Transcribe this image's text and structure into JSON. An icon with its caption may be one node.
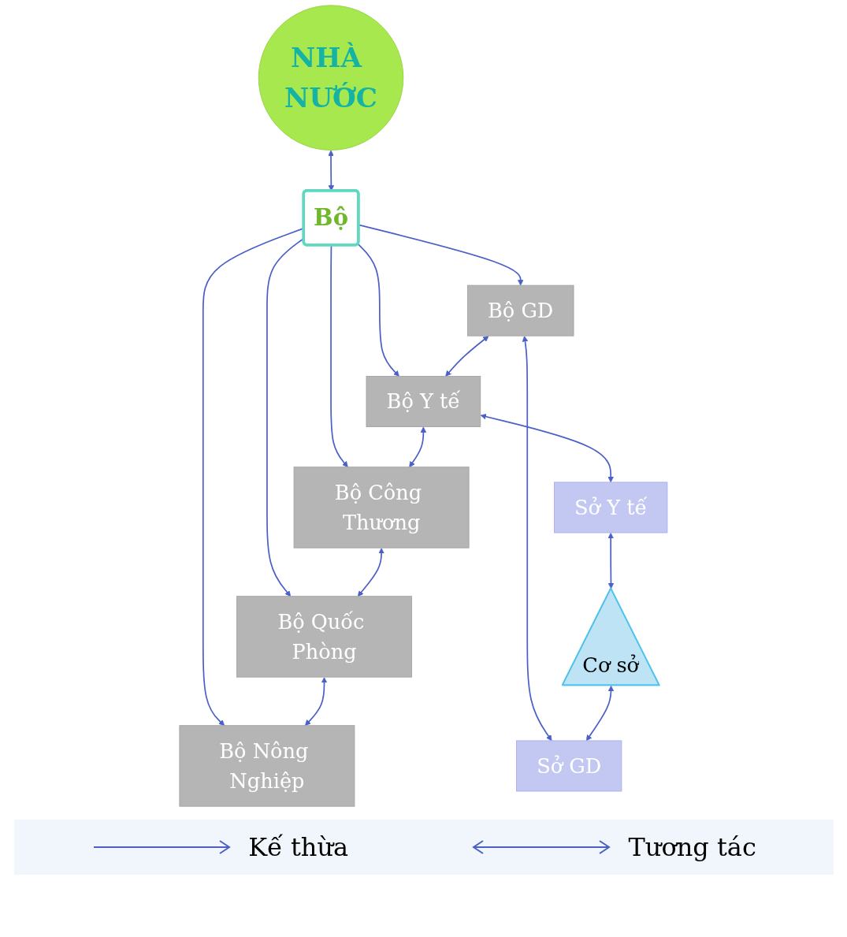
{
  "diagram": {
    "nodes": [
      {
        "text": [
          "NHÀ NƯỚC"
        ]
      },
      {
        "text": [
          "Bộ"
        ]
      },
      {
        "text": [
          "Bộ GD"
        ]
      },
      {
        "text": [
          "Bộ Y tế"
        ]
      },
      {
        "text": [
          "Bộ Công Thương"
        ]
      },
      {
        "text": [
          "Bộ Quốc Phòng"
        ]
      },
      {
        "text": [
          "Bộ Nông Nghiệp"
        ]
      },
      {
        "text": [
          "Sở GD"
        ]
      },
      {
        "text": [
          "Sở Y tế"
        ]
      },
      {
        "text": [
          "Cơ sở"
        ]
      }
    ],
    "edges": [
      {
        "from": 0,
        "to": 1,
        "arrow": "both"
      },
      {
        "from": 1,
        "to": 2,
        "arrow": "to"
      },
      {
        "from": 1,
        "to": 3,
        "arrow": "to"
      },
      {
        "from": 1,
        "to": 4,
        "arrow": "to"
      },
      {
        "from": 1,
        "to": 5,
        "arrow": "to"
      },
      {
        "from": 1,
        "to": 6,
        "arrow": "to"
      },
      {
        "from": 2,
        "to": 3,
        "arrow": "both"
      },
      {
        "from": 3,
        "to": 4,
        "arrow": "both"
      },
      {
        "from": 4,
        "to": 5,
        "arrow": "both"
      },
      {
        "from": 5,
        "to": 6,
        "arrow": "both"
      },
      {
        "from": 2,
        "to": 7,
        "arrow": "both"
      },
      {
        "from": 3,
        "to": 8,
        "arrow": "both"
      },
      {
        "from": 8,
        "to": 9,
        "arrow": "both"
      },
      {
        "from": 9,
        "to": 7,
        "arrow": "both"
      }
    ],
    "legend": [
      {
        "text": "Kế thừa"
      },
      {
        "text": "Tương tác"
      }
    ]
  }
}
